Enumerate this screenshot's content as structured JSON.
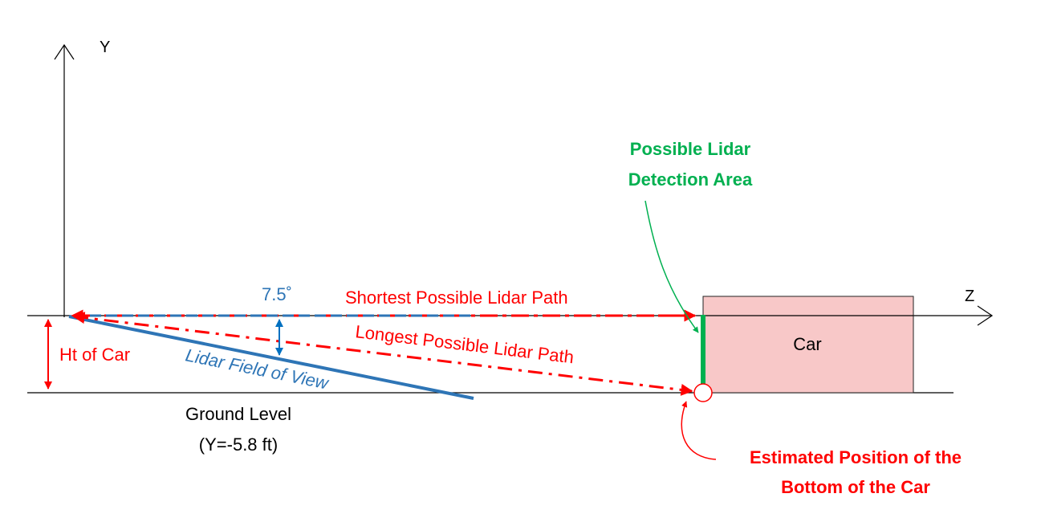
{
  "axes": {
    "y_label": "Y",
    "z_label": "Z"
  },
  "angle_label": "7.5˚",
  "shortest_path_label": "Shortest Possible Lidar Path",
  "longest_path_label": "Longest Possible Lidar Path",
  "fov_label": "Lidar Field of View",
  "ht_of_car_label": "Ht of Car",
  "ground_label_line1": "Ground Level",
  "ground_label_line2": "(Y=-5.8 ft)",
  "car_label": "Car",
  "detection_label_line1": "Possible Lidar",
  "detection_label_line2": "Detection Area",
  "estimate_label_line1": "Estimated Position of the",
  "estimate_label_line2": "Bottom of the Car",
  "colors": {
    "red": "#ff0000",
    "blue": "#2e75b6",
    "dark_blue": "#0070c0",
    "green": "#00b050",
    "car_fill": "#f8c8c8",
    "axis": "#000000"
  }
}
